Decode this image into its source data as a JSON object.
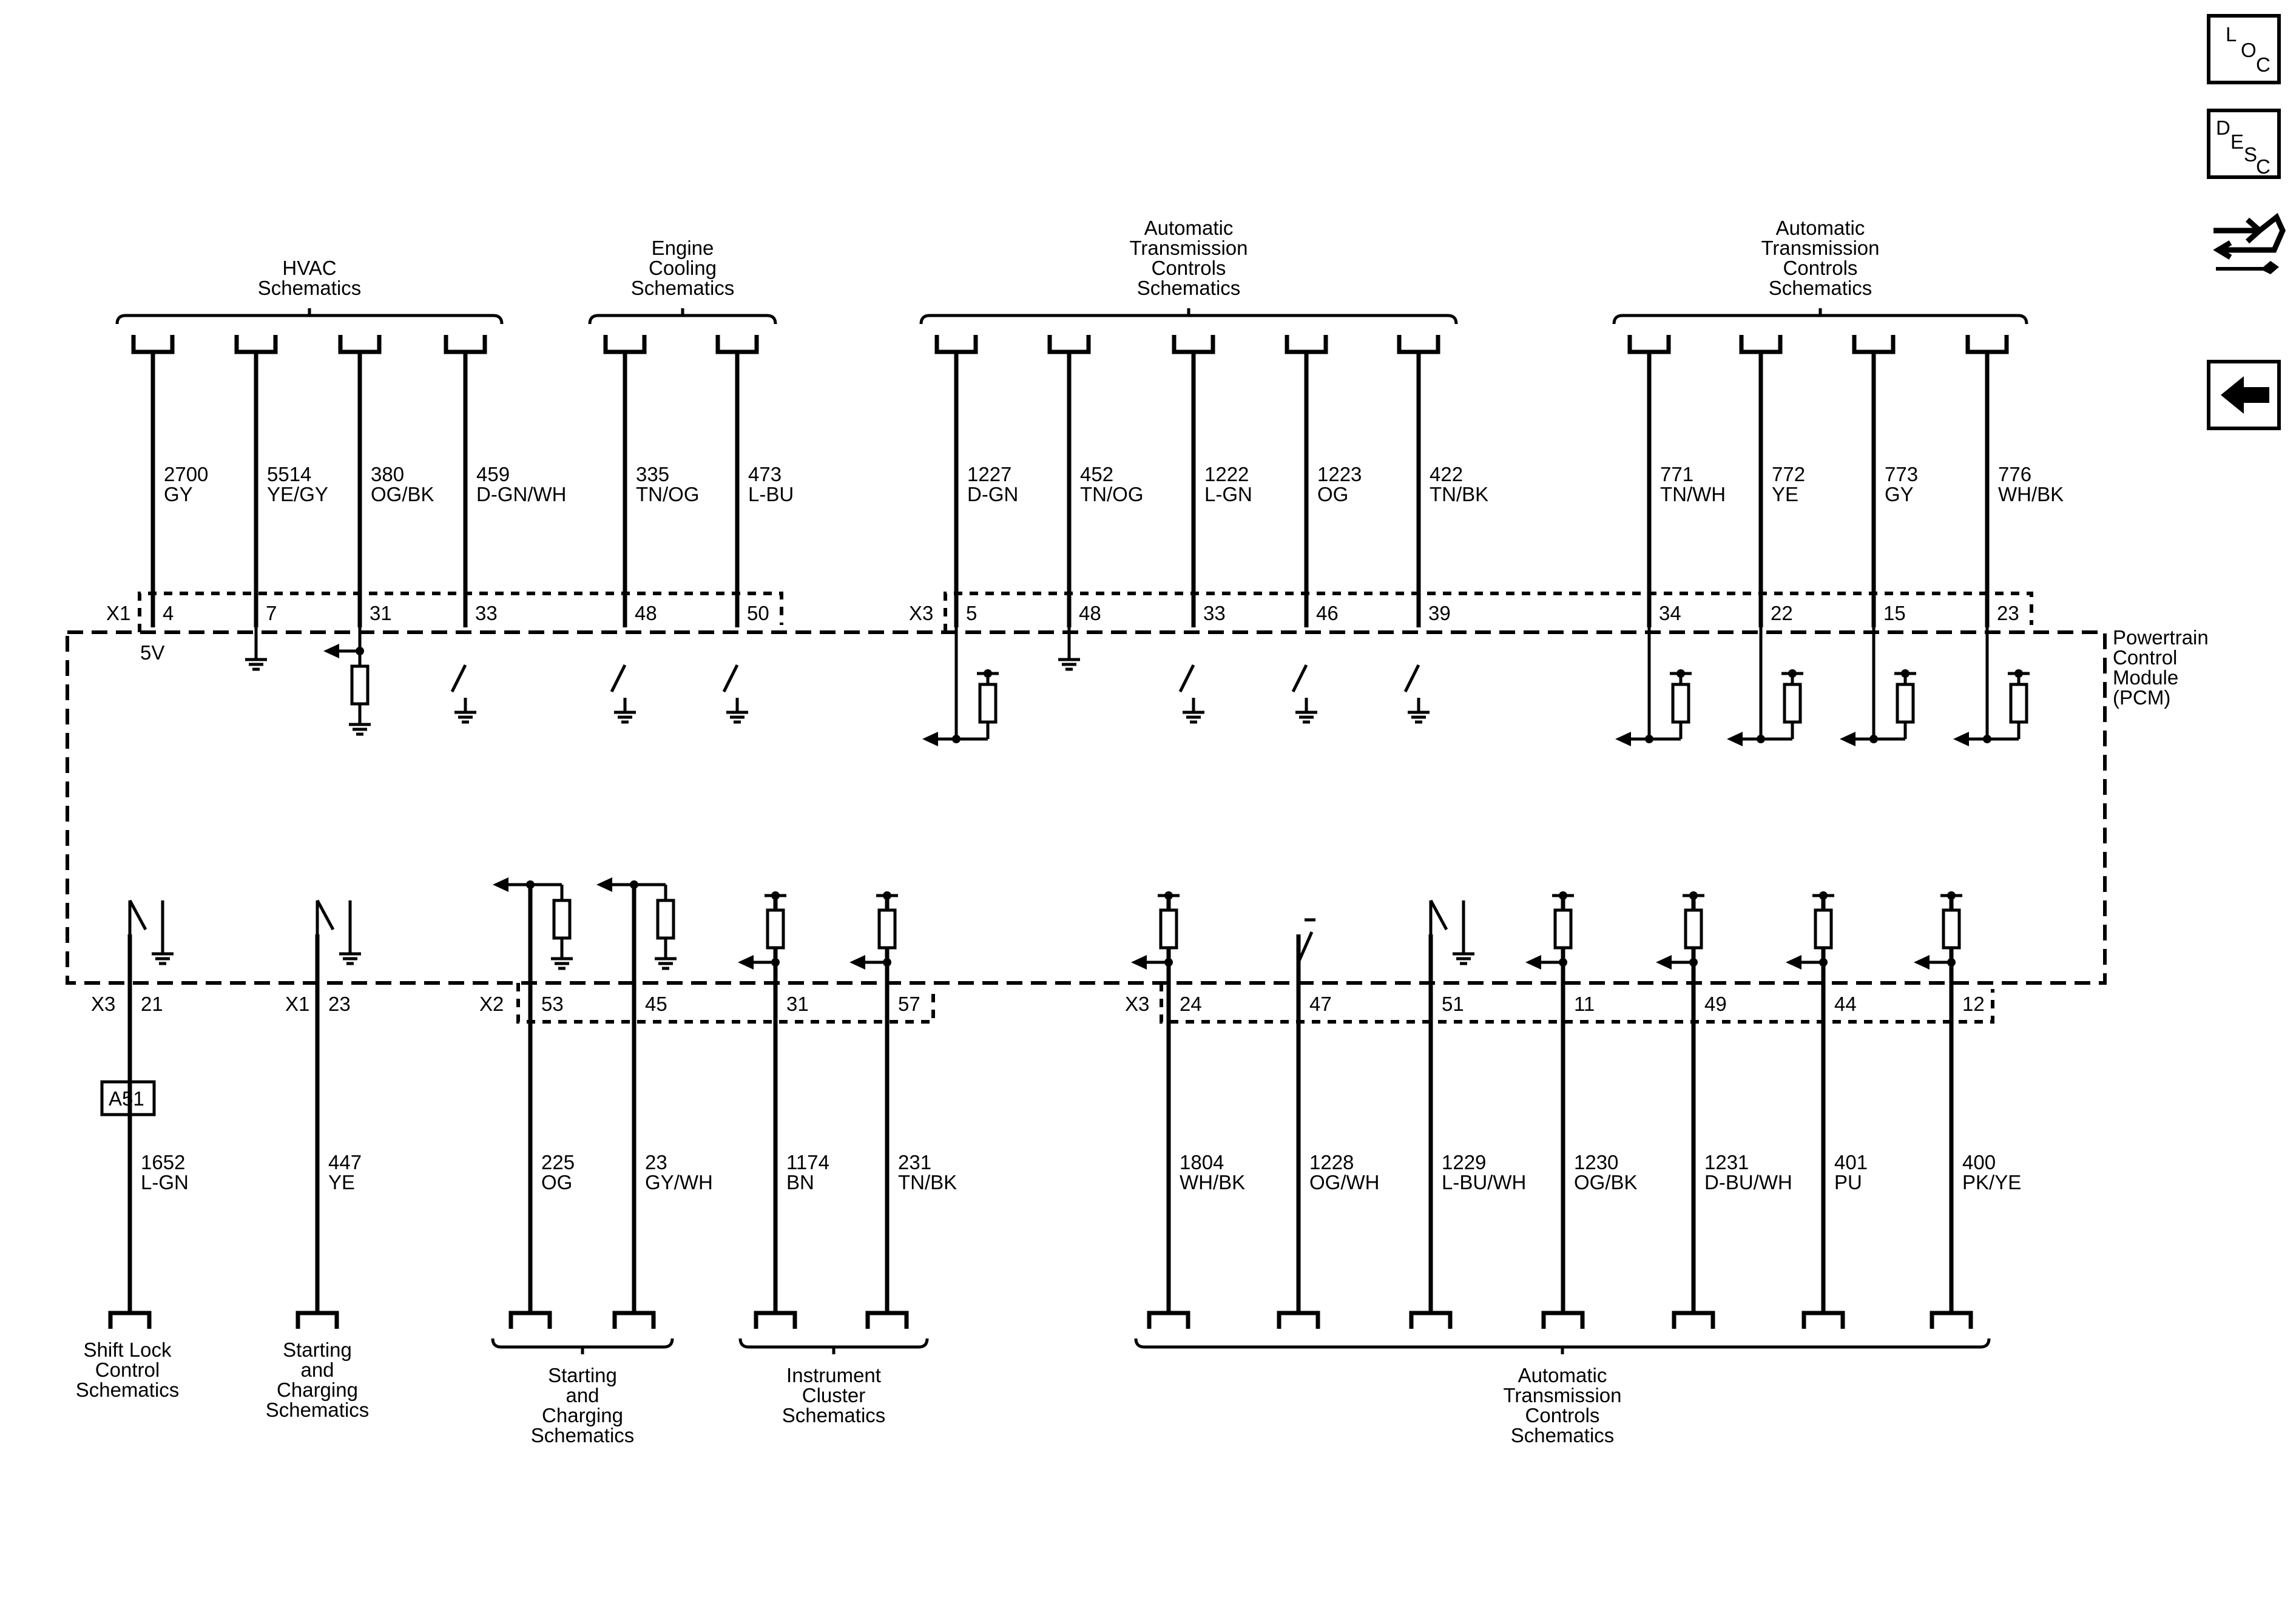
{
  "header_groups": [
    {
      "lines": [
        "HVAC",
        "Schematics"
      ]
    },
    {
      "lines": [
        "Engine",
        "Cooling",
        "Schematics"
      ]
    },
    {
      "lines": [
        "Automatic",
        "Transmission",
        "Controls",
        "Schematics"
      ]
    },
    {
      "lines": [
        "Automatic",
        "Transmission",
        "Controls",
        "Schematics"
      ]
    }
  ],
  "top_wires": [
    {
      "circuit": "2700",
      "color": "GY",
      "pin": "4",
      "internal": "5v"
    },
    {
      "circuit": "5514",
      "color": "YE/GY",
      "pin": "7",
      "internal": "ground"
    },
    {
      "circuit": "380",
      "color": "OG/BK",
      "pin": "31",
      "internal": "arrow-resistor-ground"
    },
    {
      "circuit": "459",
      "color": "D-GN/WH",
      "pin": "33",
      "internal": "switch-ground"
    },
    {
      "circuit": "335",
      "color": "TN/OG",
      "pin": "48",
      "internal": "switch-ground"
    },
    {
      "circuit": "473",
      "color": "L-BU",
      "pin": "50",
      "internal": "switch-ground"
    },
    {
      "circuit": "1227",
      "color": "D-GN",
      "pin": "5",
      "internal": "pullup-arrow"
    },
    {
      "circuit": "452",
      "color": "TN/OG",
      "pin": "48",
      "internal": "ground"
    },
    {
      "circuit": "1222",
      "color": "L-GN",
      "pin": "33",
      "internal": "switch-ground"
    },
    {
      "circuit": "1223",
      "color": "OG",
      "pin": "46",
      "internal": "switch-ground"
    },
    {
      "circuit": "422",
      "color": "TN/BK",
      "pin": "39",
      "internal": "switch-ground"
    },
    {
      "circuit": "771",
      "color": "TN/WH",
      "pin": "34",
      "internal": "pullup-arrow"
    },
    {
      "circuit": "772",
      "color": "YE",
      "pin": "22",
      "internal": "pullup-arrow"
    },
    {
      "circuit": "773",
      "color": "GY",
      "pin": "15",
      "internal": "pullup-arrow"
    },
    {
      "circuit": "776",
      "color": "WH/BK",
      "pin": "23",
      "internal": "pullup-arrow"
    }
  ],
  "top_connectors": [
    "X1",
    "X3"
  ],
  "five_volt_label": "5V",
  "module_label": [
    "Powertrain",
    "Control",
    "Module",
    "(PCM)"
  ],
  "bottom_wires": [
    {
      "circuit": "1652",
      "color": "L-GN",
      "pin": "21",
      "internal": "switch-ground"
    },
    {
      "circuit": "447",
      "color": "YE",
      "pin": "23",
      "internal": "switch-ground"
    },
    {
      "circuit": "225",
      "color": "OG",
      "pin": "53",
      "internal": "arrow-resistor-ground"
    },
    {
      "circuit": "23",
      "color": "GY/WH",
      "pin": "45",
      "internal": "arrow-resistor-ground"
    },
    {
      "circuit": "1174",
      "color": "BN",
      "pin": "31",
      "internal": "pullup-arrow"
    },
    {
      "circuit": "231",
      "color": "TN/BK",
      "pin": "57",
      "internal": "pullup-arrow"
    },
    {
      "circuit": "1804",
      "color": "WH/BK",
      "pin": "24",
      "internal": "pullup-arrow"
    },
    {
      "circuit": "1228",
      "color": "OG/WH",
      "pin": "47",
      "internal": "switch-open"
    },
    {
      "circuit": "1229",
      "color": "L-BU/WH",
      "pin": "51",
      "internal": "switch-ground"
    },
    {
      "circuit": "1230",
      "color": "OG/BK",
      "pin": "11",
      "internal": "pullup-arrow"
    },
    {
      "circuit": "1231",
      "color": "D-BU/WH",
      "pin": "49",
      "internal": "pullup-arrow"
    },
    {
      "circuit": "401",
      "color": "PU",
      "pin": "44",
      "internal": "pullup-arrow"
    },
    {
      "circuit": "400",
      "color": "PK/YE",
      "pin": "12",
      "internal": "pullup-arrow"
    }
  ],
  "bottom_connectors": [
    "X3",
    "X1",
    "X2",
    "X3"
  ],
  "component_label": "A51",
  "footer_groups": [
    {
      "lines": [
        "Shift Lock",
        "Control",
        "Schematics"
      ]
    },
    {
      "lines": [
        "Starting",
        "and",
        "Charging",
        "Schematics"
      ]
    },
    {
      "lines": [
        "Starting",
        "and",
        "Charging",
        "Schematics"
      ]
    },
    {
      "lines": [
        "Instrument",
        "Cluster",
        "Schematics"
      ]
    },
    {
      "lines": [
        "Automatic",
        "Transmission",
        "Controls",
        "Schematics"
      ]
    }
  ],
  "side_buttons": {
    "loc": [
      "L",
      "O",
      "C"
    ],
    "desc": [
      "D",
      "E",
      "S",
      "C"
    ]
  },
  "icons": [
    "connector-end-view-icon",
    "back-arrow-icon"
  ]
}
